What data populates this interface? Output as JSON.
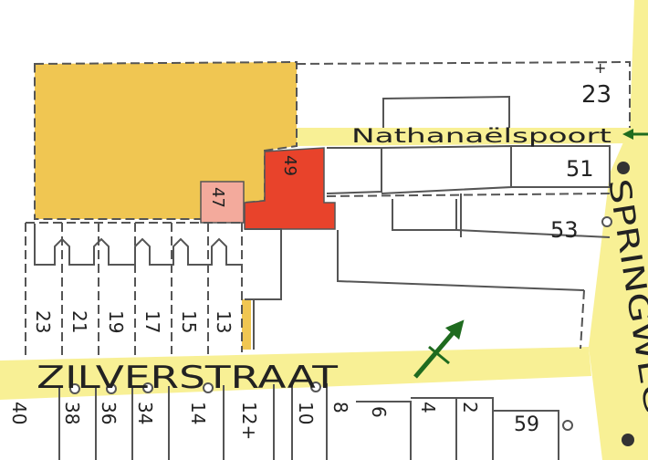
{
  "colors": {
    "road": "#f8f095",
    "parcel_orange": "#f0c652",
    "parcel_pink": "#f3aa9c",
    "parcel_red": "#e8432b",
    "line": "#555555",
    "arrow": "#1f6b1f",
    "text": "#222222"
  },
  "streets": {
    "zilverstraat": "ZILVERSTRAAT",
    "nathanaelspoort": "Nathanaëlspoort",
    "springweg": "SPRINGWEG"
  },
  "parcels": {
    "p47": "47",
    "p49": "49",
    "p23_top": "23",
    "p51": "51",
    "p53": "53"
  },
  "house_numbers_top": [
    "23",
    "21",
    "19",
    "17",
    "15",
    "13"
  ],
  "house_numbers_bottom": [
    "40",
    "38",
    "36",
    "34",
    "14",
    "12+",
    "10",
    "8",
    "6",
    "4",
    "2",
    "59"
  ],
  "icons": {
    "entrance_arrow": "arrow-icon",
    "cross": "cross-icon"
  }
}
